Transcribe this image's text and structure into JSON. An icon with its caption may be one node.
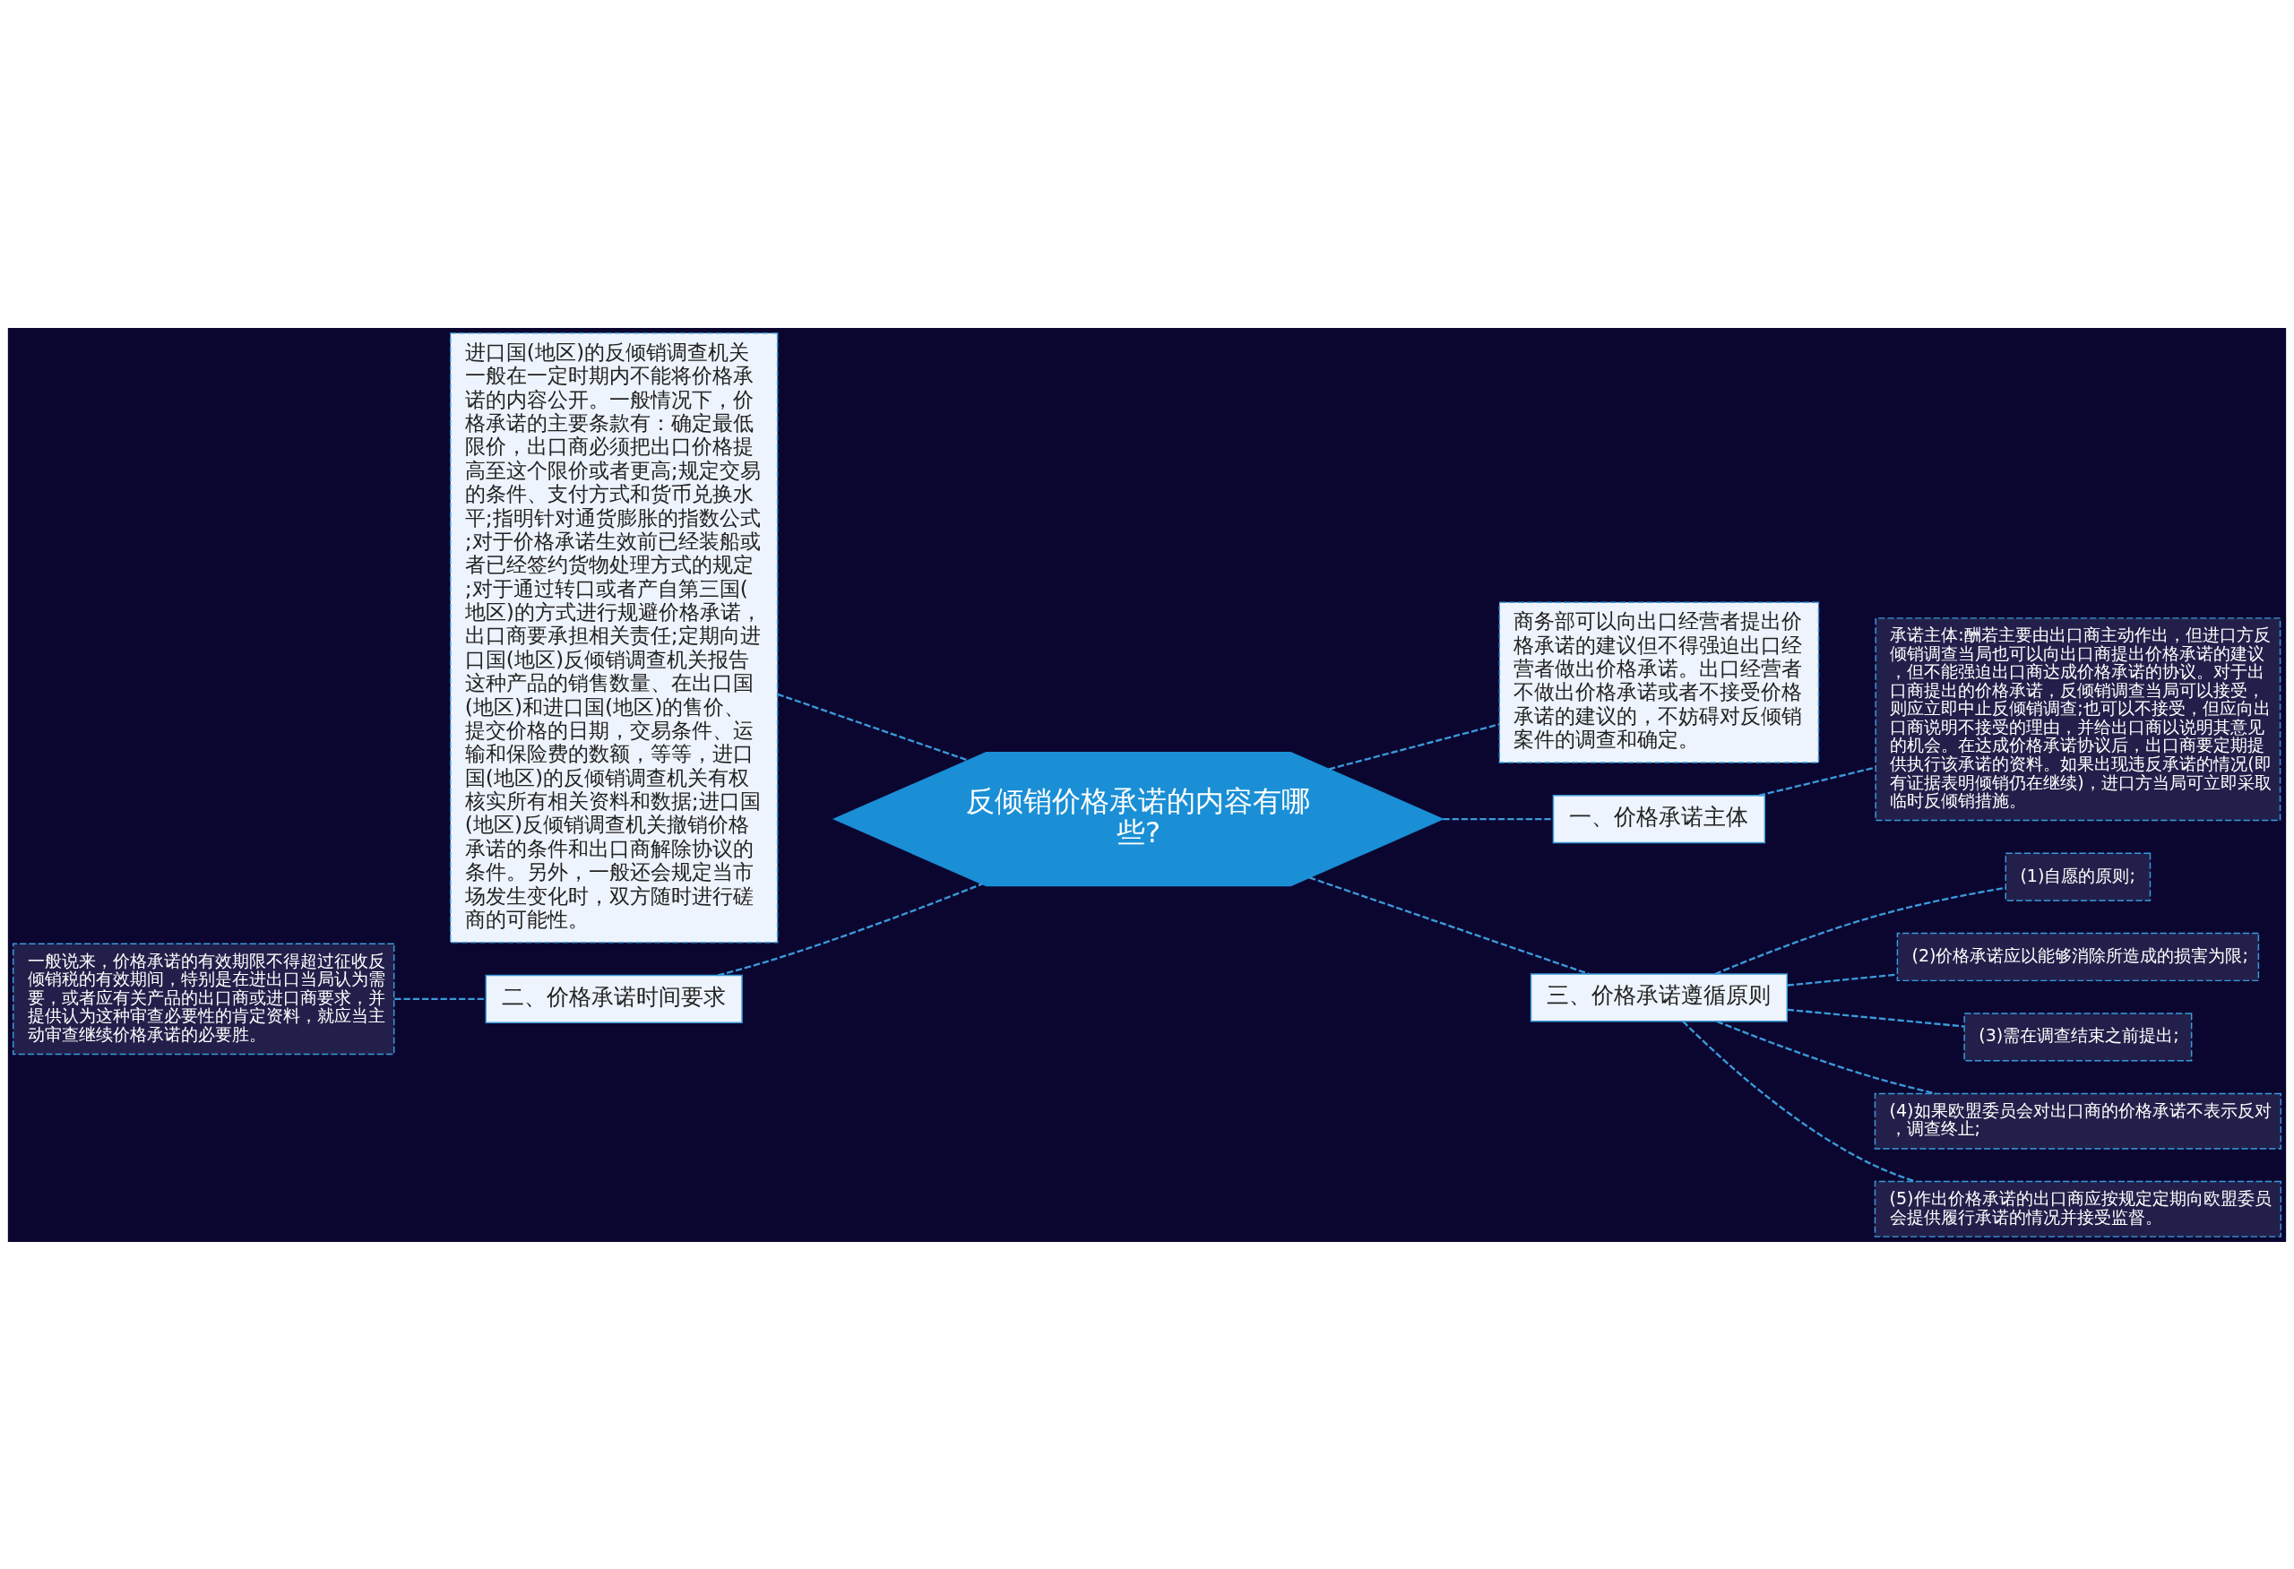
{
  "diagram": {
    "nodes": [
      {
        "text": [
          "反倾销价格承诺的内容有哪些?"
        ]
      },
      {
        "text": [
          "进口国(地区)的反倾销调查机关一般在一定时期内不能将价格承诺的内容公开。一般情况下，价格承诺的主要条款有：确定最低限价，出口商必须把出口价格提高至这个限价或者更高;规定交易的条件、支付方式和货币兑换水平;指明针对通货膨胀的指数公式;对于价格承诺生效前已经装船或者已经签约货物处理方式的规定;对于通过转口或者产自第三国(地区)的方式进行规避价格承诺，出口商要承担相关责任;定期向进口国(地区)反倾销调查机关报告这种产品的销售数量、在出口国(地区)和进口国(地区)的售价、提交价格的日期，交易条件、运输和保险费的数额，等等，进口国(地区)的反倾销调查机关有权核实所有相关资料和数据;进口国(地区)反倾销调查机关撤销价格承诺的条件和出口商解除协议的条件。另外，一般还会规定当市场发生变化时，双方随时进行磋商的可能性。"
        ]
      },
      {
        "text": [
          "二、价格承诺时间要求"
        ]
      },
      {
        "text": [
          "一般说来，价格承诺的有效期限不得超过征收反倾销税的有效期间，特别是在进出口当局认为需要，或者应有关产品的出口商或进口商要求，并提供认为这种审查必要性的肯定资料，就应当主动审查继续价格承诺的必要胜。"
        ]
      },
      {
        "text": [
          "商务部可以向出口经营者提出价格承诺的建议但不得强迫出口经营者做出价格承诺。出口经营者不做出价格承诺或者不接受价格承诺的建议的，不妨碍对反倾销案件的调查和确定。"
        ]
      },
      {
        "text": [
          "一、价格承诺主体"
        ]
      },
      {
        "text": [
          "承诺主体:酬若主要由出口商主动作出，但进口方反倾销调查当局也可以向出口商提出价格承诺的建议，但不能强迫出口商达成价格承诺的协议。对于出口商提出的价格承诺，反倾销调查当局可以接受，则应立即中止反倾销调查;也可以不接受，但应向出口商说明不接受的理由，并给出口商以说明其意见的机会。在达成价格承诺协议后，出口商要定期提供执行该承诺的资料。如果出现违反承诺的情况(即有证据表明倾销仍在继续)，进口方当局可立即采取临时反倾销措施。"
        ]
      },
      {
        "text": [
          "三、价格承诺遵循原则"
        ]
      },
      {
        "text": [
          "(1)自愿的原则;"
        ]
      },
      {
        "text": [
          "(2)价格承诺应以能够消除所造成的损害为限;"
        ]
      },
      {
        "text": [
          "(3)需在调查结束之前提出;"
        ]
      },
      {
        "text": [
          "(4)如果欧盟委员会对出口商的价格承诺不表示反对，调查终止;"
        ]
      },
      {
        "text": [
          "(5)作出价格承诺的出口商应按规定定期向欧盟委员会提供履行承诺的情况并接受监督。"
        ]
      }
    ],
    "edges": [
      {
        "from": 0,
        "to": 1,
        "arrow": "none"
      },
      {
        "from": 0,
        "to": 2,
        "arrow": "none"
      },
      {
        "from": 2,
        "to": 3,
        "arrow": "none"
      },
      {
        "from": 0,
        "to": 4,
        "arrow": "none"
      },
      {
        "from": 0,
        "to": 5,
        "arrow": "none"
      },
      {
        "from": 5,
        "to": 6,
        "arrow": "none"
      },
      {
        "from": 0,
        "to": 7,
        "arrow": "none"
      },
      {
        "from": 7,
        "to": 8,
        "arrow": "none"
      },
      {
        "from": 7,
        "to": 9,
        "arrow": "none"
      },
      {
        "from": 7,
        "to": 10,
        "arrow": "none"
      },
      {
        "from": 7,
        "to": 11,
        "arrow": "none"
      },
      {
        "from": 7,
        "to": 12,
        "arrow": "none"
      }
    ]
  }
}
